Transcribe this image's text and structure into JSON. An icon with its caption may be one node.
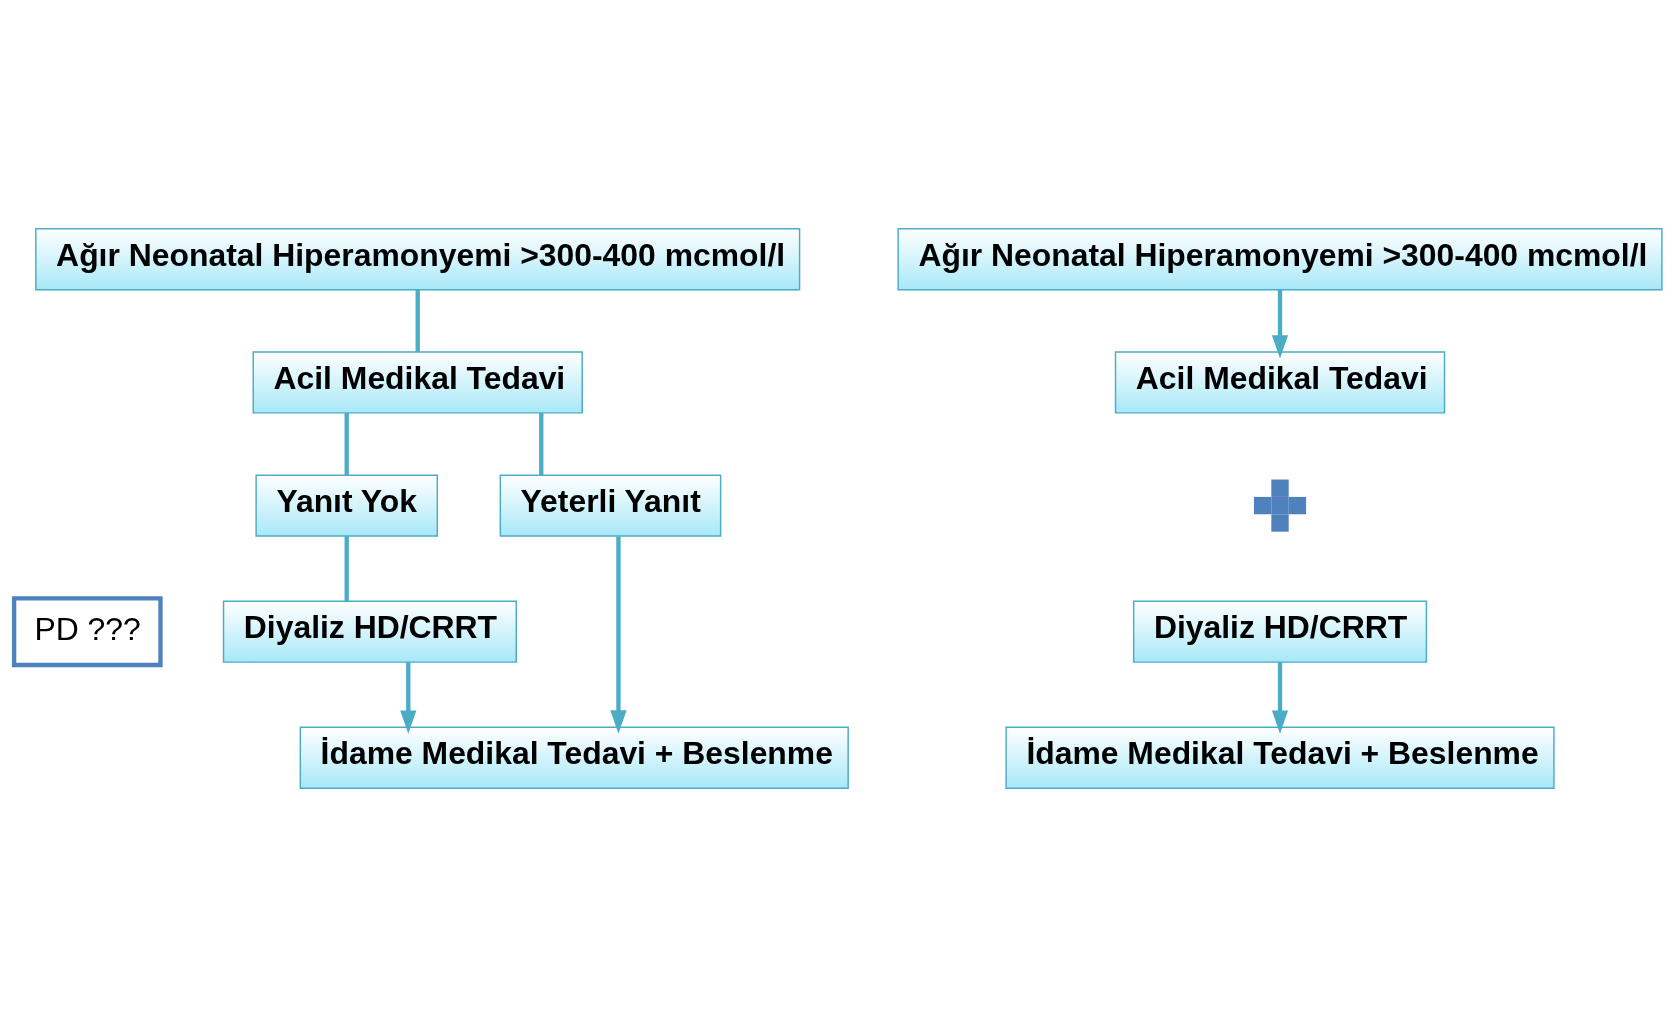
{
  "diagram": {
    "nodes": [
      {
        "text": [
          "Ağır Neonatal Hiperamonyemi >300-400 mcmol/l"
        ]
      },
      {
        "text": [
          "Acil Medikal Tedavi"
        ]
      },
      {
        "text": [
          "Yanıt Yok"
        ]
      },
      {
        "text": [
          "Yeterli Yanıt"
        ]
      },
      {
        "text": [
          "PD ???"
        ]
      },
      {
        "text": [
          "Diyaliz HD/CRRT"
        ]
      },
      {
        "text": [
          "İdame Medikal Tedavi + Beslenme"
        ]
      },
      {
        "text": [
          "Ağır Neonatal Hiperamonyemi >300-400 mcmol/l"
        ]
      },
      {
        "text": [
          "Acil Medikal Tedavi"
        ]
      },
      {
        "text": [],
        "shape": "cross"
      },
      {
        "text": [
          "Diyaliz HD/CRRT"
        ]
      },
      {
        "text": [
          "İdame Medikal Tedavi + Beslenme"
        ]
      }
    ],
    "edges": [
      {
        "from": 0,
        "to": 1,
        "arrow": "none"
      },
      {
        "from": 1,
        "to": 2,
        "arrow": "none"
      },
      {
        "from": 1,
        "to": 3,
        "arrow": "none"
      },
      {
        "from": 2,
        "to": 5,
        "arrow": "none"
      },
      {
        "from": 5,
        "to": 6,
        "arrow": "to"
      },
      {
        "from": 3,
        "to": 6,
        "arrow": "to"
      },
      {
        "from": 7,
        "to": 8,
        "arrow": "to"
      },
      {
        "from": 10,
        "to": 11,
        "arrow": "to"
      }
    ]
  }
}
